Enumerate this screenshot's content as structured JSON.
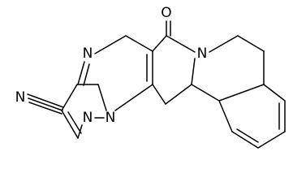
{
  "structure": {
    "atom_labels": {
      "nitrile_n": "N",
      "pyrazole_n1": "N",
      "pyrazole_n2": "N",
      "pyrimidine_n": "N",
      "quinolizine_n": "N",
      "carbonyl_o": "O"
    }
  }
}
